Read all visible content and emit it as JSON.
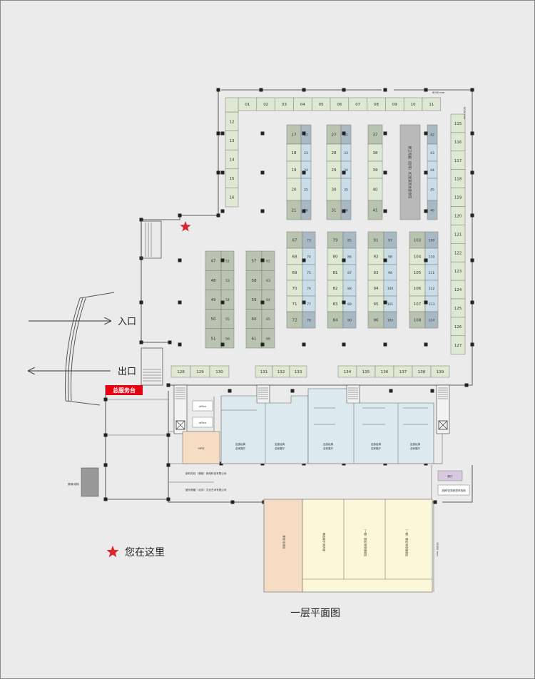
{
  "title": "一层平面图",
  "entrance_label": "入口",
  "exit_label": "出口",
  "service_desk": "总服务台",
  "legend": {
    "you_are_here": "您在这里"
  },
  "dimensions": {
    "top": "6000 mm",
    "right_top": "6000 mm",
    "right_bottom": "15000 mm"
  },
  "colors": {
    "green": "#dfe8d2",
    "grey_green": "#b8c4b0",
    "blue": "#c9dde8",
    "blue_grey": "#a9b9c3",
    "grey": "#b9b9b9",
    "light_blue": "#dce9ee",
    "peach": "#f5dcc2",
    "cream": "#fbf7d8",
    "purple": "#d9c9e0",
    "star": "#d9262b",
    "service_red": "#e60012"
  },
  "booths": {
    "top_row": [
      "01",
      "02",
      "03",
      "04",
      "05",
      "06",
      "07",
      "08",
      "09",
      "10",
      "11"
    ],
    "left_col": [
      "12",
      "13",
      "14",
      "15",
      "16"
    ],
    "right_col": [
      "115",
      "116",
      "117",
      "118",
      "119",
      "120",
      "121",
      "122",
      "123",
      "124",
      "125",
      "126",
      "127"
    ],
    "bottom_row_a": [
      "128",
      "129",
      "130"
    ],
    "bottom_row_b": [
      "131",
      "132",
      "133"
    ],
    "bottom_row_c": [
      "134",
      "135",
      "136",
      "137",
      "138",
      "139"
    ],
    "upper_islands": [
      {
        "left": [
          "17",
          "18",
          "19",
          "20",
          "21"
        ],
        "right": [
          "22",
          "23",
          "24",
          "25",
          "26"
        ]
      },
      {
        "left": [
          "27",
          "28",
          "29",
          "30",
          "31"
        ],
        "right": [
          "32",
          "33",
          "34",
          "35",
          "36"
        ]
      },
      {
        "left": [
          "37",
          "38",
          "39",
          "40",
          "41"
        ],
        "right": []
      },
      {
        "left": [
          "厨卫电器（区域）/红星美凯龙装修馆"
        ],
        "right": [
          "42",
          "43",
          "44",
          "45",
          "46"
        ]
      }
    ],
    "lower_islands": [
      {
        "left": [
          "47",
          "48",
          "49",
          "50",
          "51"
        ],
        "right": [
          "52",
          "53",
          "54",
          "55",
          "56"
        ]
      },
      {
        "left": [
          "57",
          "58",
          "59",
          "60",
          "61"
        ],
        "right": [
          "62",
          "63",
          "64",
          "65",
          "66"
        ]
      },
      {
        "left": [
          "67",
          "68",
          "69",
          "70",
          "71",
          "72"
        ],
        "right": [
          "73",
          "74",
          "75",
          "76",
          "77",
          "78"
        ]
      },
      {
        "left": [
          "79",
          "80",
          "81",
          "82",
          "83",
          "84"
        ],
        "right": [
          "85",
          "86",
          "87",
          "88",
          "89",
          "90"
        ]
      },
      {
        "left": [
          "91",
          "92",
          "93",
          "94",
          "95",
          "96"
        ],
        "right": [
          "97",
          "98",
          "99",
          "100",
          "101",
          "102"
        ]
      },
      {
        "left": [
          "103",
          "104",
          "105",
          "106",
          "107",
          "108"
        ],
        "right": [
          "109",
          "110",
          "111",
          "112",
          "113",
          "114"
        ]
      }
    ]
  },
  "rooms": {
    "showroom_label_1": "品逸经典",
    "showroom_label_2": "名家展厅",
    "vip": "VIP厅",
    "office": "office",
    "company_a": "新旺在线（湖南）网络科技有限公司",
    "company_b": "盛乐典藏（北京）文化艺术有限公司",
    "tea_room": "茶室/洽谈区",
    "hall_main": "精品展厅/家具馆",
    "hall_sub_1": "（一期）展区/家居馆展区",
    "hall_sub_2": "（一期）展区/家居馆展区",
    "hall_sub_3": "（一期）展区/家居馆展区",
    "purple_room_1": "展厅",
    "purple_room_2": "品牌/定制家居体验馆",
    "left_label": "楼梯/电梯"
  }
}
